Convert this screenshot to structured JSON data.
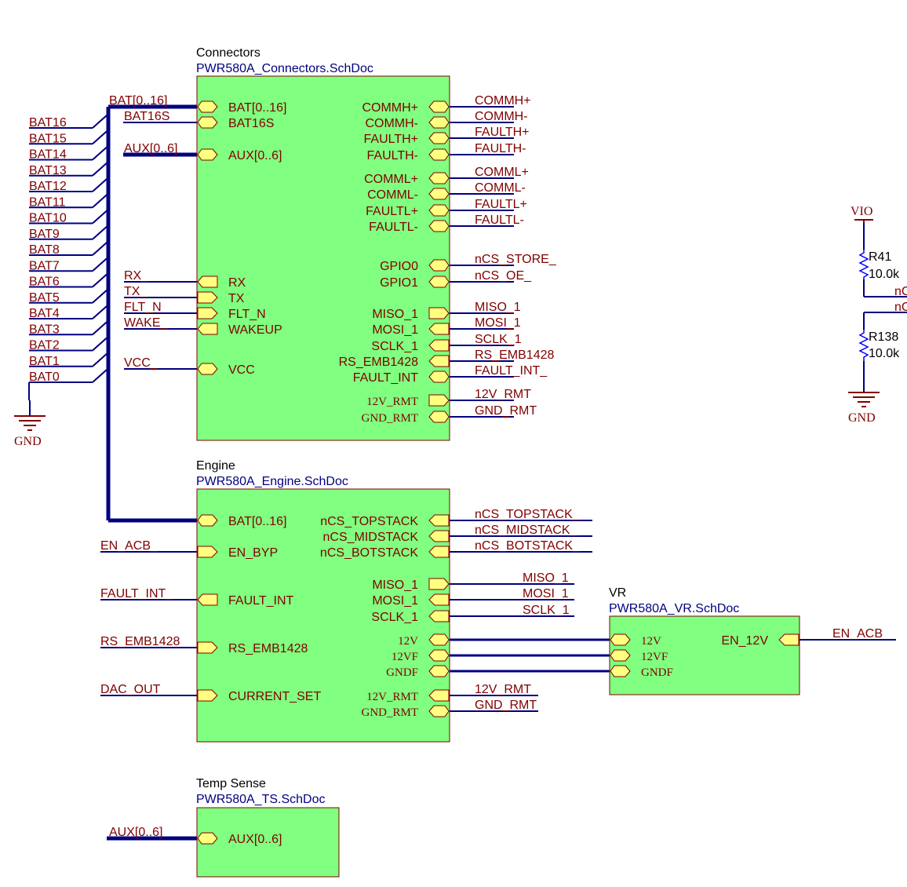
{
  "colors": {
    "sheet_fill": "#80FF80",
    "sheet_stroke": "#800000",
    "port_fill": "#FFFF80",
    "wire": "#000080",
    "net_label": "#800000",
    "title": "#000000",
    "filename": "#000080",
    "power": "#800000",
    "resistor": "#0000FF"
  },
  "sheets": {
    "connectors": {
      "title": "Connectors",
      "file": "PWR580A_Connectors.SchDoc",
      "left_ports": [
        "BAT[0..16]",
        "BAT16S",
        "AUX[0..6]",
        "RX",
        "TX",
        "FLT_N",
        "WAKEUP",
        "VCC"
      ],
      "right_ports": [
        "COMMH+",
        "COMMH-",
        "FAULTH+",
        "FAULTH-",
        "COMML+",
        "COMML-",
        "FAULTL+",
        "FAULTL-",
        "GPIO0",
        "GPIO1",
        "MISO_1",
        "MOSI_1",
        "SCLK_1",
        "RS_EMB1428",
        "FAULT_INT",
        "12V_RMT",
        "GND_RMT"
      ]
    },
    "engine": {
      "title": "Engine",
      "file": "PWR580A_Engine.SchDoc",
      "left_ports": [
        "BAT[0..16]",
        "EN_BYP",
        "FAULT_INT",
        "RS_EMB1428",
        "CURRENT_SET"
      ],
      "right_ports": [
        "nCS_TOPSTACK",
        "nCS_MIDSTACK",
        "nCS_BOTSTACK",
        "MISO_1",
        "MOSI_1",
        "SCLK_1",
        "12V",
        "12VF",
        "GNDF",
        "12V_RMT",
        "GND_RMT"
      ]
    },
    "vr": {
      "title": "VR",
      "file": "PWR580A_VR.SchDoc",
      "left_ports": [
        "12V",
        "12VF",
        "GNDF"
      ],
      "right_ports": [
        "EN_12V"
      ]
    },
    "ts": {
      "title": "Temp Sense",
      "file": "PWR580A_TS.SchDoc",
      "left_ports": [
        "AUX[0..6]"
      ]
    }
  },
  "bat_nets": [
    "BAT16",
    "BAT15",
    "BAT14",
    "BAT13",
    "BAT12",
    "BAT11",
    "BAT10",
    "BAT9",
    "BAT8",
    "BAT7",
    "BAT6",
    "BAT5",
    "BAT4",
    "BAT3",
    "BAT2",
    "BAT1",
    "BAT0"
  ],
  "conn_left_nets": [
    "BAT[0..16]",
    "BAT16S",
    "AUX[0..6]",
    "RX_",
    "TX_",
    "FLT_N",
    "WAKE_",
    "VCC_"
  ],
  "conn_right_nets": [
    "COMMH+",
    "COMMH-",
    "FAULTH+",
    "FAULTH-",
    "COMML+",
    "COMML-",
    "FAULTL+",
    "FAULTL-",
    "nCS_STORE_",
    "nCS_OE_",
    "MISO_1",
    "MOSI_1",
    "SCLK_1",
    "RS_EMB1428",
    "FAULT_INT_",
    "12V_RMT",
    "GND_RMT"
  ],
  "eng_left_nets": [
    "EN_ACB_",
    "FAULT_INT_",
    "RS_EMB1428",
    "DAC_OUT"
  ],
  "eng_right_nets": [
    "nCS_TOPSTACK_",
    "nCS_MIDSTACK_",
    "nCS_BOTSTACK_",
    "MISO_1",
    "MOSI_1",
    "SCLK_1",
    "12V_RMT",
    "GND_RMT"
  ],
  "vr_out_net": "EN_ACB",
  "ts_net": "AUX[0..6]",
  "gnd_left": "GND",
  "gnd_right": "GND",
  "vio": "VIO",
  "r41": {
    "ref": "R41",
    "value": "10.0k"
  },
  "r138": {
    "ref": "R138",
    "value": "10.0k"
  },
  "offpage_nets": [
    "nC",
    "nC"
  ]
}
